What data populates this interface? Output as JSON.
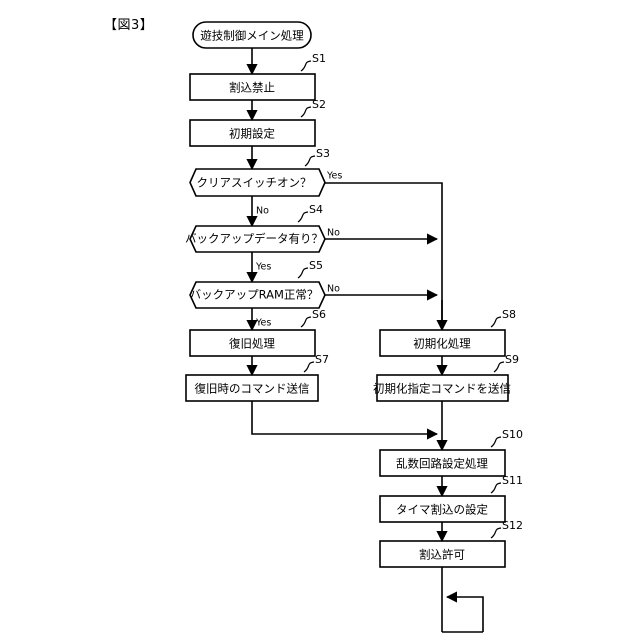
{
  "figure": {
    "label": "【図3】",
    "title": "遊技制御メイン処理"
  },
  "nodes": {
    "start": {
      "text": "遊技制御メイン処理",
      "shape": "terminator"
    },
    "s1": {
      "tag": "S1",
      "text": "割込禁止",
      "shape": "process"
    },
    "s2": {
      "tag": "S2",
      "text": "初期設定",
      "shape": "process"
    },
    "s3": {
      "tag": "S3",
      "text": "クリアスイッチオン？",
      "shape": "decision"
    },
    "s4": {
      "tag": "S4",
      "text": "バックアップデータ有り？",
      "shape": "decision"
    },
    "s5": {
      "tag": "S5",
      "text": "バックアップRAM正常？",
      "shape": "decision"
    },
    "s6": {
      "tag": "S6",
      "text": "復旧処理",
      "shape": "process"
    },
    "s7": {
      "tag": "S7",
      "text": "復旧時のコマンド送信",
      "shape": "process"
    },
    "s8": {
      "tag": "S8",
      "text": "初期化処理",
      "shape": "process"
    },
    "s9": {
      "tag": "S9",
      "text": "初期化指定コマンドを送信",
      "shape": "process"
    },
    "s10": {
      "tag": "S10",
      "text": "乱数回路設定処理",
      "shape": "process"
    },
    "s11": {
      "tag": "S11",
      "text": "タイマ割込の設定",
      "shape": "process"
    },
    "s12": {
      "tag": "S12",
      "text": "割込許可",
      "shape": "process"
    }
  },
  "branches": {
    "s3_yes": "Yes",
    "s3_no": "No",
    "s4_no": "No",
    "s4_yes": "Yes",
    "s5_no": "No",
    "s5_yes": "Yes"
  },
  "colors": {
    "stroke": "#000000",
    "fill": "#ffffff",
    "background": "#ffffff"
  }
}
